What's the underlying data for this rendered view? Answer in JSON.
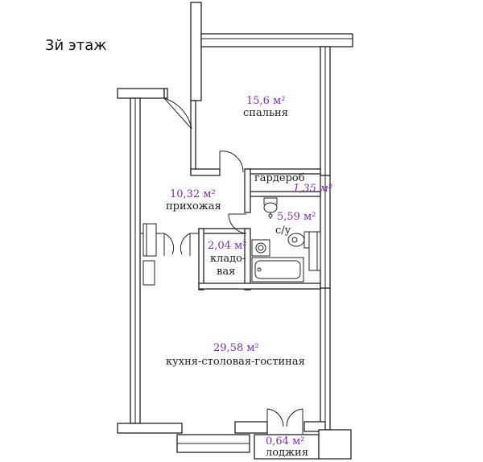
{
  "floor_title": "3й этаж",
  "rooms": {
    "bedroom": {
      "area": "15,6 м²",
      "name": "спальня"
    },
    "wardrobe": {
      "area": "1,35 м²",
      "name": "гардероб"
    },
    "hall": {
      "area": "10,32 м²",
      "name": "прихожая"
    },
    "bathroom": {
      "area": "5,59 м²",
      "name": "с/у"
    },
    "pantry": {
      "area": "2,04 м²",
      "name_line1": "кладо-",
      "name_line2": "вая"
    },
    "living": {
      "area": "29,58 м²",
      "name": "кухня-столовая-гостиная"
    },
    "loggia": {
      "area": "0,64 м²",
      "name": "лоджия"
    }
  },
  "colors": {
    "wall": "#222222",
    "area_text": "#7b2fa8",
    "label_text": "#1a1a1a"
  }
}
